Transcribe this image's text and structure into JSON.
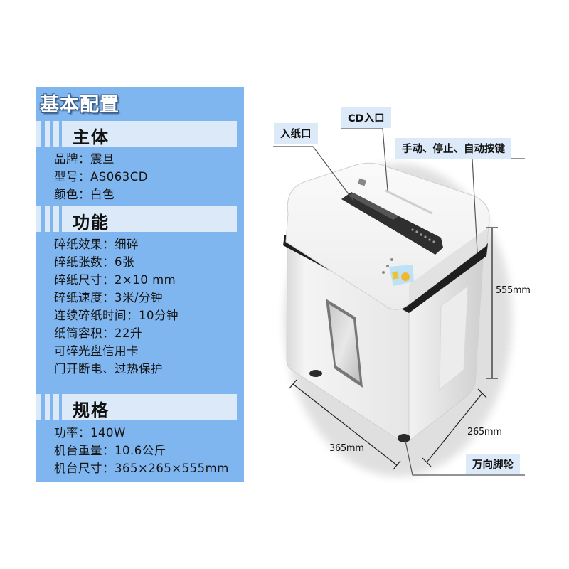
{
  "panel": {
    "title": "基本配置",
    "sections": [
      {
        "heading": "主体",
        "items": [
          "品牌：震旦",
          "型号：AS063CD",
          "颜色：白色"
        ]
      },
      {
        "heading": "功能",
        "items": [
          "碎纸效果：细碎",
          "碎纸张数：6张",
          "碎纸尺寸：2×10 mm",
          "碎纸速度：3米/分钟",
          "连续碎纸时间：10分钟",
          "纸筒容积：22升",
          "可碎光盘信用卡",
          "门开断电、过热保护"
        ]
      },
      {
        "heading": "规格",
        "items": [
          "功率：140W",
          "机台重量：10.6公斤",
          "机台尺寸：365×265×555mm"
        ]
      }
    ],
    "colors": {
      "panel_bg": "#80b6f0",
      "bar_bg": "#dbe9f8"
    }
  },
  "product": {
    "callouts": {
      "paper_slot": "入纸口",
      "cd_slot": "CD入口",
      "buttons": "手动、停止、自动按键",
      "casters": "万向脚轮"
    },
    "dimensions": {
      "height": "555mm",
      "depth": "265mm",
      "width": "365mm"
    }
  }
}
